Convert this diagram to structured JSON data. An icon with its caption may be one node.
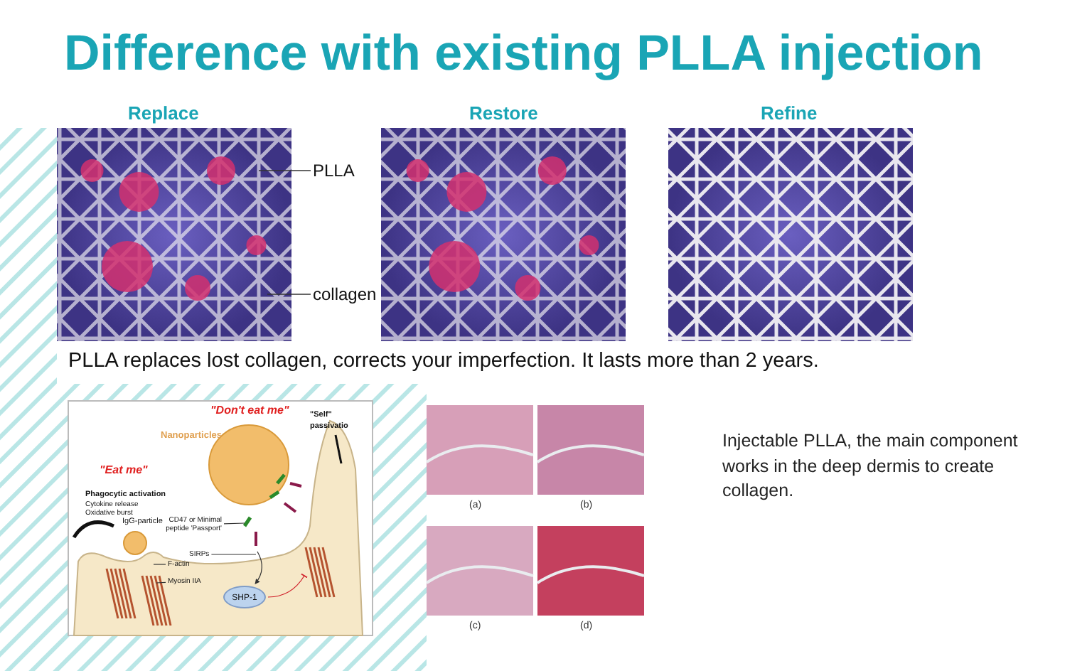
{
  "diagram": {
    "title": "Difference with existing PLLA injection",
    "nodes": [
      {
        "text": [
          "PLLA"
        ]
      },
      {
        "text": [
          "collagen"
        ]
      },
      {
        "text": [
          "CD47 or Minimal peptide 'Passport'"
        ]
      },
      {
        "text": [
          "SIRPs"
        ]
      },
      {
        "text": [
          "F-actin"
        ]
      },
      {
        "text": [
          "Myosin IIA"
        ]
      },
      {
        "text": [
          "SHP-1"
        ]
      }
    ],
    "edges": [
      {
        "from": 0,
        "to": null,
        "arrow": "none"
      },
      {
        "from": 1,
        "to": null,
        "arrow": "none"
      },
      {
        "from": 2,
        "to": null,
        "arrow": "none"
      },
      {
        "from": 3,
        "to": null,
        "arrow": "none"
      },
      {
        "from": 4,
        "to": null,
        "arrow": "none"
      },
      {
        "from": 5,
        "to": null,
        "arrow": "none"
      },
      {
        "from": null,
        "to": 6,
        "arrow": "to"
      },
      {
        "from": 6,
        "to": null,
        "arrow": "other",
        "color": "#d0202a"
      }
    ],
    "labels": [
      "Replace",
      "Restore",
      "Refine",
      "PLLA  replaces lost collagen, corrects your imperfection. It lasts  more than 2 years.",
      "\"Don't eat me\"",
      "Nanoparticles",
      "\"Eat me\"",
      "\"Self\" passivatio",
      "Phagocytic activation",
      "Cytokine release",
      "Oxidative burst",
      "IgG-particle",
      "(a)",
      "(b)",
      "(c)",
      "(d)",
      "Injectable PLLA, the main component works in the deep dermis to create collagen."
    ]
  }
}
